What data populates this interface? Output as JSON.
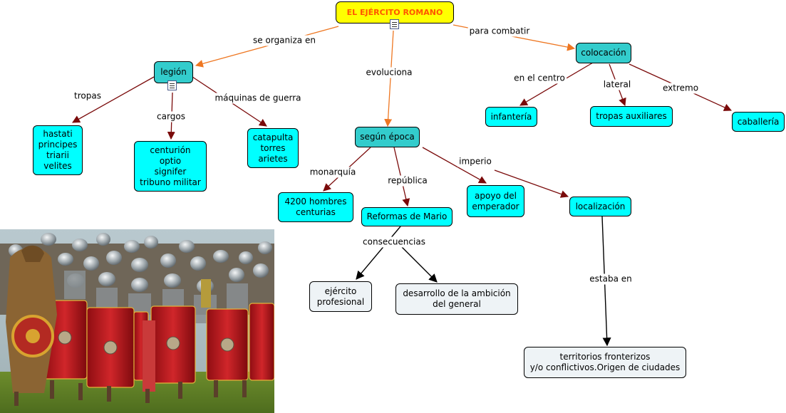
{
  "nodes": {
    "root": "EL EJÉRCITO ROMANO",
    "legion": "legión",
    "colocacion": "colocación",
    "segun_epoca": "según época",
    "tropas_list": "hastati\nprincipes\ntriarii\nvelites",
    "cargos_list": "centurión\noptio\nsignifer\ntribuno militar",
    "maquinas_list": "catapulta\ntorres\narietes",
    "infanteria": "infantería",
    "tropas_auxiliares": "tropas auxiliares",
    "caballeria": "caballería",
    "monarquia_result": "4200 hombres\ncenturias",
    "reformas": "Reformas de Mario",
    "apoyo": "apoyo del\nemperador",
    "localizacion": "localización",
    "ejercito_profesional": "ejército\nprofesional",
    "desarrollo": "desarrollo de la ambición\ndel general",
    "territorios": "territorios fronterizos\ny/o conflictivos.Origen de ciudades"
  },
  "links": {
    "se_organiza_en": "se organiza en",
    "para_combatir": "para combatir",
    "evoluciona": "evoluciona",
    "tropas": "tropas",
    "cargos": "cargos",
    "maquinas_de_guerra": "máquinas de guerra",
    "en_el_centro": "en el centro",
    "lateral": "lateral",
    "extremo": "extremo",
    "monarquia": "monarquía",
    "republica": "república",
    "imperio": "imperio",
    "consecuencias": "consecuencias",
    "estaba_en": "estaba en"
  },
  "colors": {
    "primary_link": "#ee7722",
    "secondary_link": "#7a0a0a",
    "tertiary_link": "#000000",
    "node_cyan": "#00ffff",
    "node_teal": "#33cccc",
    "node_pale": "#eef3f6",
    "root_fill": "#ffff00",
    "root_text": "#ff5500"
  },
  "icons": [
    "document-icon"
  ]
}
